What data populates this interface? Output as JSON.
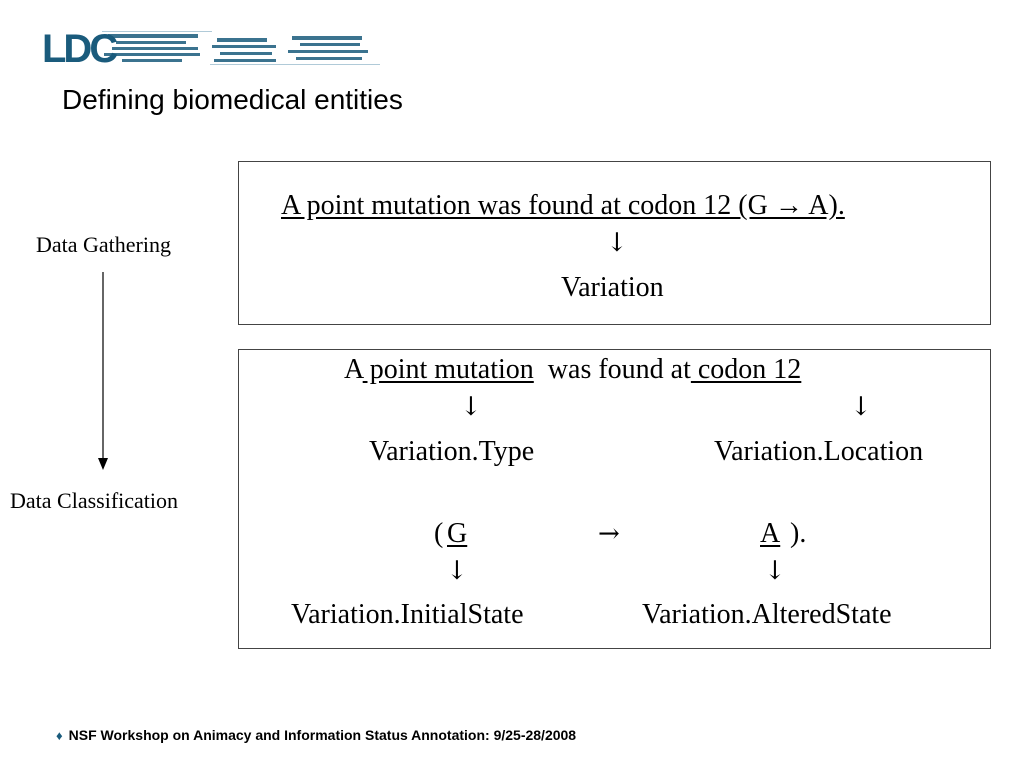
{
  "header": {
    "logo_text": "LDC",
    "title": "Defining biomedical entities"
  },
  "side": {
    "data_gathering": "Data Gathering",
    "data_classification": "Data Classification"
  },
  "box1": {
    "sentence": "A point mutation was found at codon 12 (G → A).",
    "arrow": "↓",
    "label": "Variation"
  },
  "box2": {
    "word_a": "A",
    "term_point_mutation": " point mutation",
    "mid_text": "  was found at",
    "term_codon": " codon 12",
    "arrow": "↓",
    "label_type": "Variation.Type",
    "label_location": "Variation.Location",
    "paren_open": "(",
    "term_g": "G ",
    "right_arrow": "→",
    "term_a": " A",
    "paren_close": ").",
    "label_initial": "Variation.InitialState",
    "label_altered": "Variation.AlteredState"
  },
  "footer": {
    "bullet": "♦",
    "text": "NSF Workshop on Animacy and Information Status Annotation: 9/25-28/2008"
  },
  "colors": {
    "brand_teal": "#1a5b7c"
  }
}
